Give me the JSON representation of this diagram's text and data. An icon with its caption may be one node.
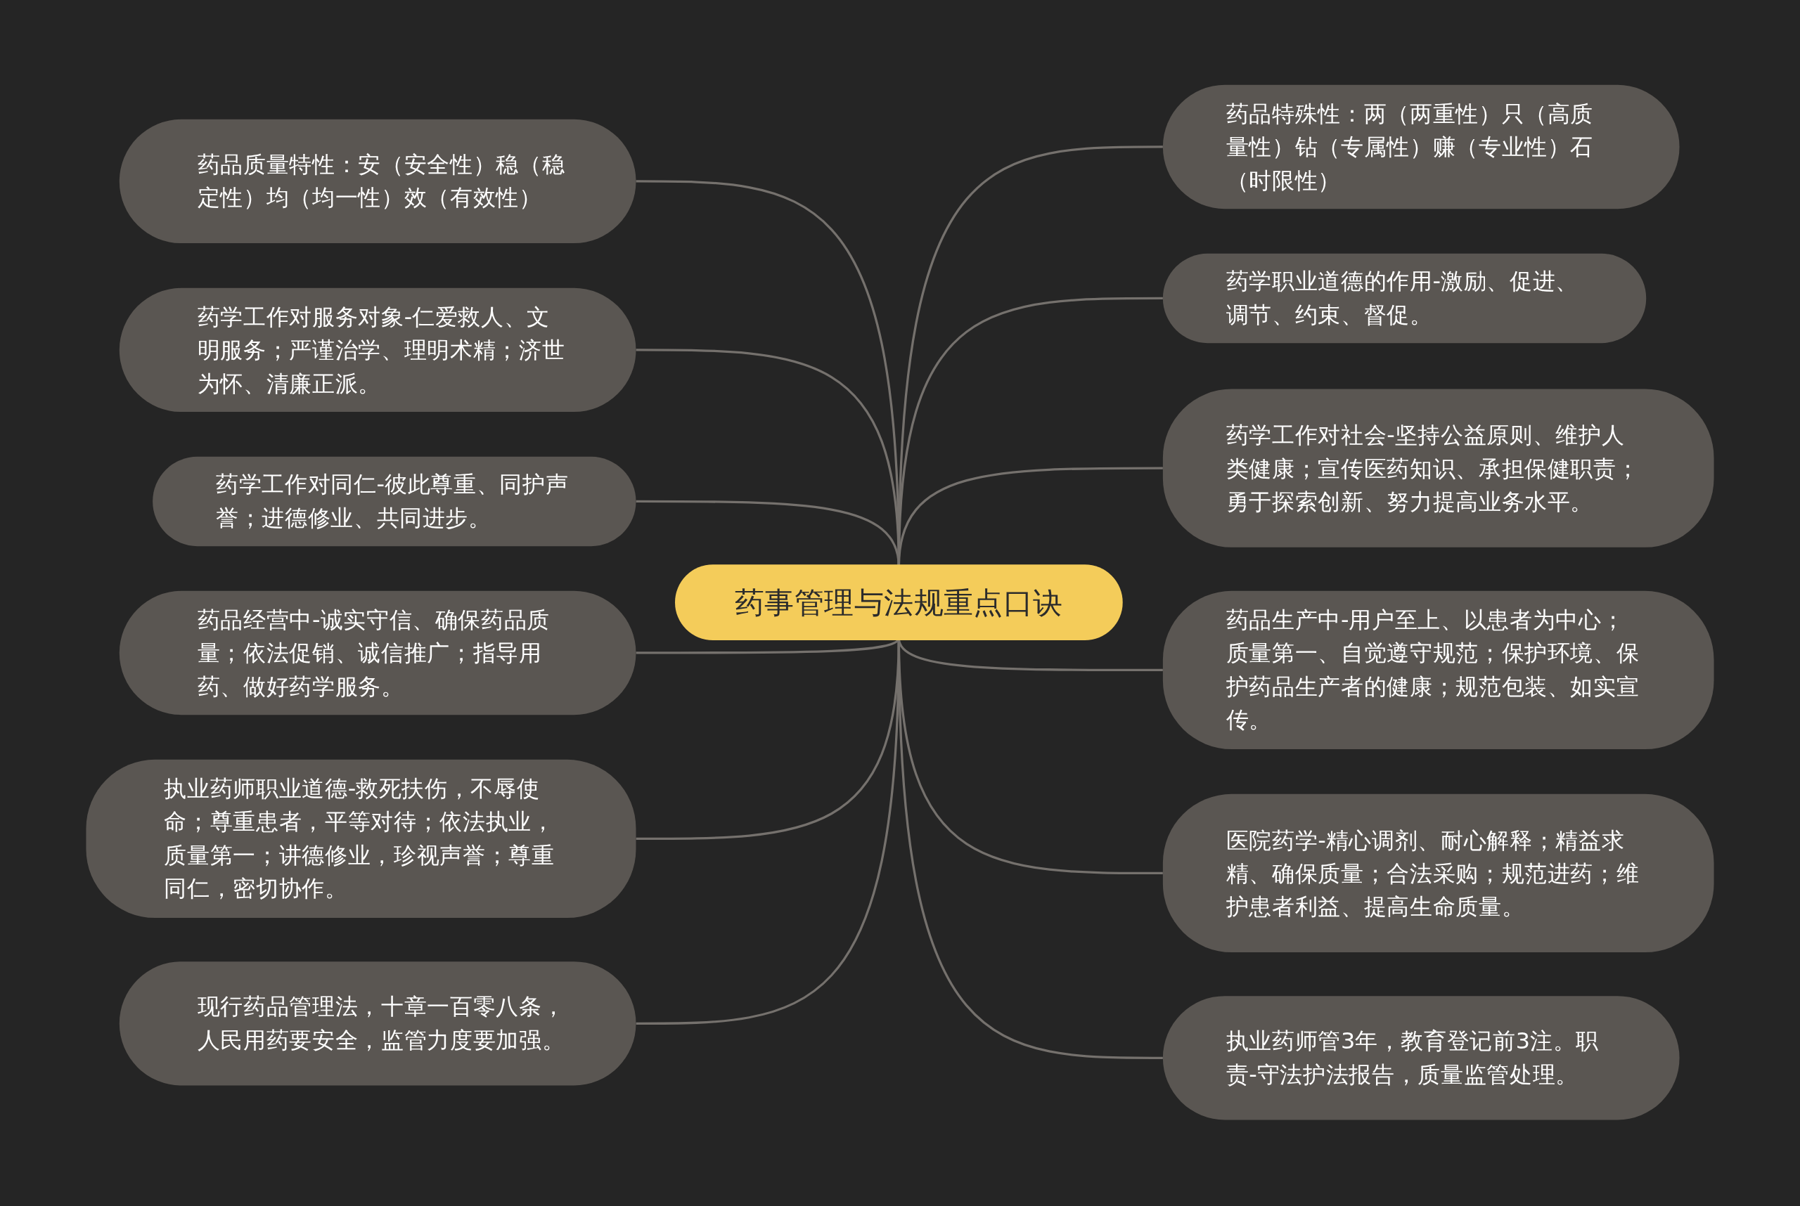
{
  "diagram": {
    "nodes": [
      {
        "text": [
          "药事管理与法规重点口诀"
        ]
      },
      {
        "text": [
          "药品质量特性：安（安全性）稳（稳定性）均（均一性）效（有效性）"
        ]
      },
      {
        "text": [
          "药学工作对服务对象-仁爱救人、文明服务；严谨治学、理明术精；济世为怀、清廉正派。"
        ]
      },
      {
        "text": [
          "药学工作对同仁-彼此尊重、同护声誉；进德修业、共同进步。"
        ]
      },
      {
        "text": [
          "药品经营中-诚实守信、确保药品质量；依法促销、诚信推广；指导用药、做好药学服务。"
        ]
      },
      {
        "text": [
          "执业药师职业道德-救死扶伤，不辱使命；尊重患者，平等对待；依法执业，质量第一；讲德修业，珍视声誉；尊重同仁，密切协作。"
        ]
      },
      {
        "text": [
          "现行药品管理法，十章一百零八条，人民用药要安全，监管力度要加强。"
        ]
      },
      {
        "text": [
          "药品特殊性：两（两重性）只（高质量性）钻（专属性）赚（专业性）石（时限性）"
        ]
      },
      {
        "text": [
          "药学职业道德的作用-激励、促进、调节、约束、督促。"
        ]
      },
      {
        "text": [
          "药学工作对社会-坚持公益原则、维护人类健康；宣传医药知识、承担保健职责；勇于探索创新、努力提高业务水平。"
        ]
      },
      {
        "text": [
          "药品生产中-用户至上、以患者为中心；质量第一、自觉遵守规范；保护环境、保护药品生产者的健康；规范包装、如实宣传。"
        ]
      },
      {
        "text": [
          "医院药学-精心调剂、耐心解释；精益求精、确保质量；合法采购；规范进药；维护患者利益、提高生命质量。"
        ]
      },
      {
        "text": [
          "执业药师管3年，教育登记前3注。职责-守法护法报告，质量监管处理。"
        ]
      }
    ],
    "edges": [
      {
        "from": 0,
        "to": 1,
        "arrow": "none"
      },
      {
        "from": 0,
        "to": 2,
        "arrow": "none"
      },
      {
        "from": 0,
        "to": 3,
        "arrow": "none"
      },
      {
        "from": 0,
        "to": 4,
        "arrow": "none"
      },
      {
        "from": 0,
        "to": 5,
        "arrow": "none"
      },
      {
        "from": 0,
        "to": 6,
        "arrow": "none"
      },
      {
        "from": 0,
        "to": 7,
        "arrow": "none"
      },
      {
        "from": 0,
        "to": 8,
        "arrow": "none"
      },
      {
        "from": 0,
        "to": 9,
        "arrow": "none"
      },
      {
        "from": 0,
        "to": 10,
        "arrow": "none"
      },
      {
        "from": 0,
        "to": 11,
        "arrow": "none"
      },
      {
        "from": 0,
        "to": 12,
        "arrow": "none"
      }
    ]
  }
}
